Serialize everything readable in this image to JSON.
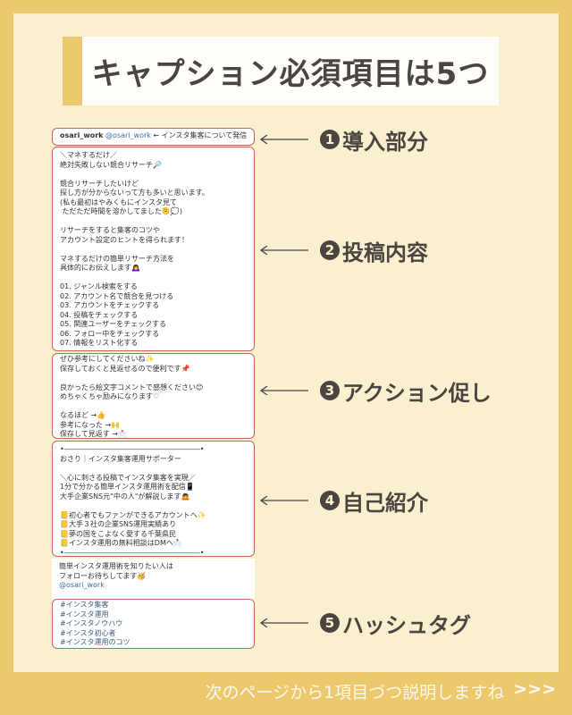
{
  "title": "キャプション必須項目は5つ",
  "caption": {
    "header": {
      "name": "osari_work",
      "handle": "@osari_work",
      "note": " ← インスタ集客について発信"
    },
    "body": "＼マネするだけ／\n絶対失敗しない競合リサーチ🔎\n\n競合リサーチしたいけど\n探し方が分からないって方も多いと思います。\n(私も最初はやみくもにインスタ見て\n ただただ時間を溶かしてました🫠💭)\n\nリサーチをすると集客のコツや\nアカウント設定のヒントを得られます！\n\nマネするだけの簡単リサーチ方法を\n具体的にお伝えします🙇‍♀️\n\n01. ジャンル検索をする\n02. アカウント名で競合を見つける\n03. アカウントをチェックする\n04. 投稿をチェックする\n05. 関連ユーザーをチェックする\n06. フォロー中をチェックする\n07. 情報をリスト化する",
    "action": "ぜひ参考にしてくださいね✨\n保存しておくと見返せるので便利です📌\n\n良かったら絵文字コメントで感想ください😊\nめちゃくちゃ励みになります♡\n\nなるほど →👍\n参考になった →🙌\n保存して見返す →📩",
    "profile": "•―――――――――――――――――――•\nおさり｜インスタ集客運用サポーター\n\n＼心に刺さる投稿でインスタ集客を実現／\n1分で分かる簡単インスタ運用術を配信📱\n大手企業SNS元\"中の人\"が解説します🙇\n\n📒初心者でもファンができるアカウントへ✨\n📒大手３社の企業SNS運用実績あり\n📒夢の国をこよなく愛する千葉県民\n📒インスタ運用の無料相談はDMへ📩\n•―――――――――――――――――――•",
    "follow": "簡単インスタ運用術を知りたい人は\nフォローお待ちしてます🥳",
    "follow_handle": "@osari_work",
    "hashtags": "#インスタ集客\n#インスタ運用\n#インスタノウハウ\n#インスタ初心者\n#インスタ運用のコツ"
  },
  "labels": [
    {
      "num": "1",
      "text": "導入部分"
    },
    {
      "num": "2",
      "text": "投稿内容"
    },
    {
      "num": "3",
      "text": "アクション促し"
    },
    {
      "num": "4",
      "text": "自己紹介"
    },
    {
      "num": "5",
      "text": "ハッシュタグ"
    }
  ],
  "footer": {
    "text": "次のページから1項目づつ説明しますね",
    "chevrons": ">>>"
  }
}
